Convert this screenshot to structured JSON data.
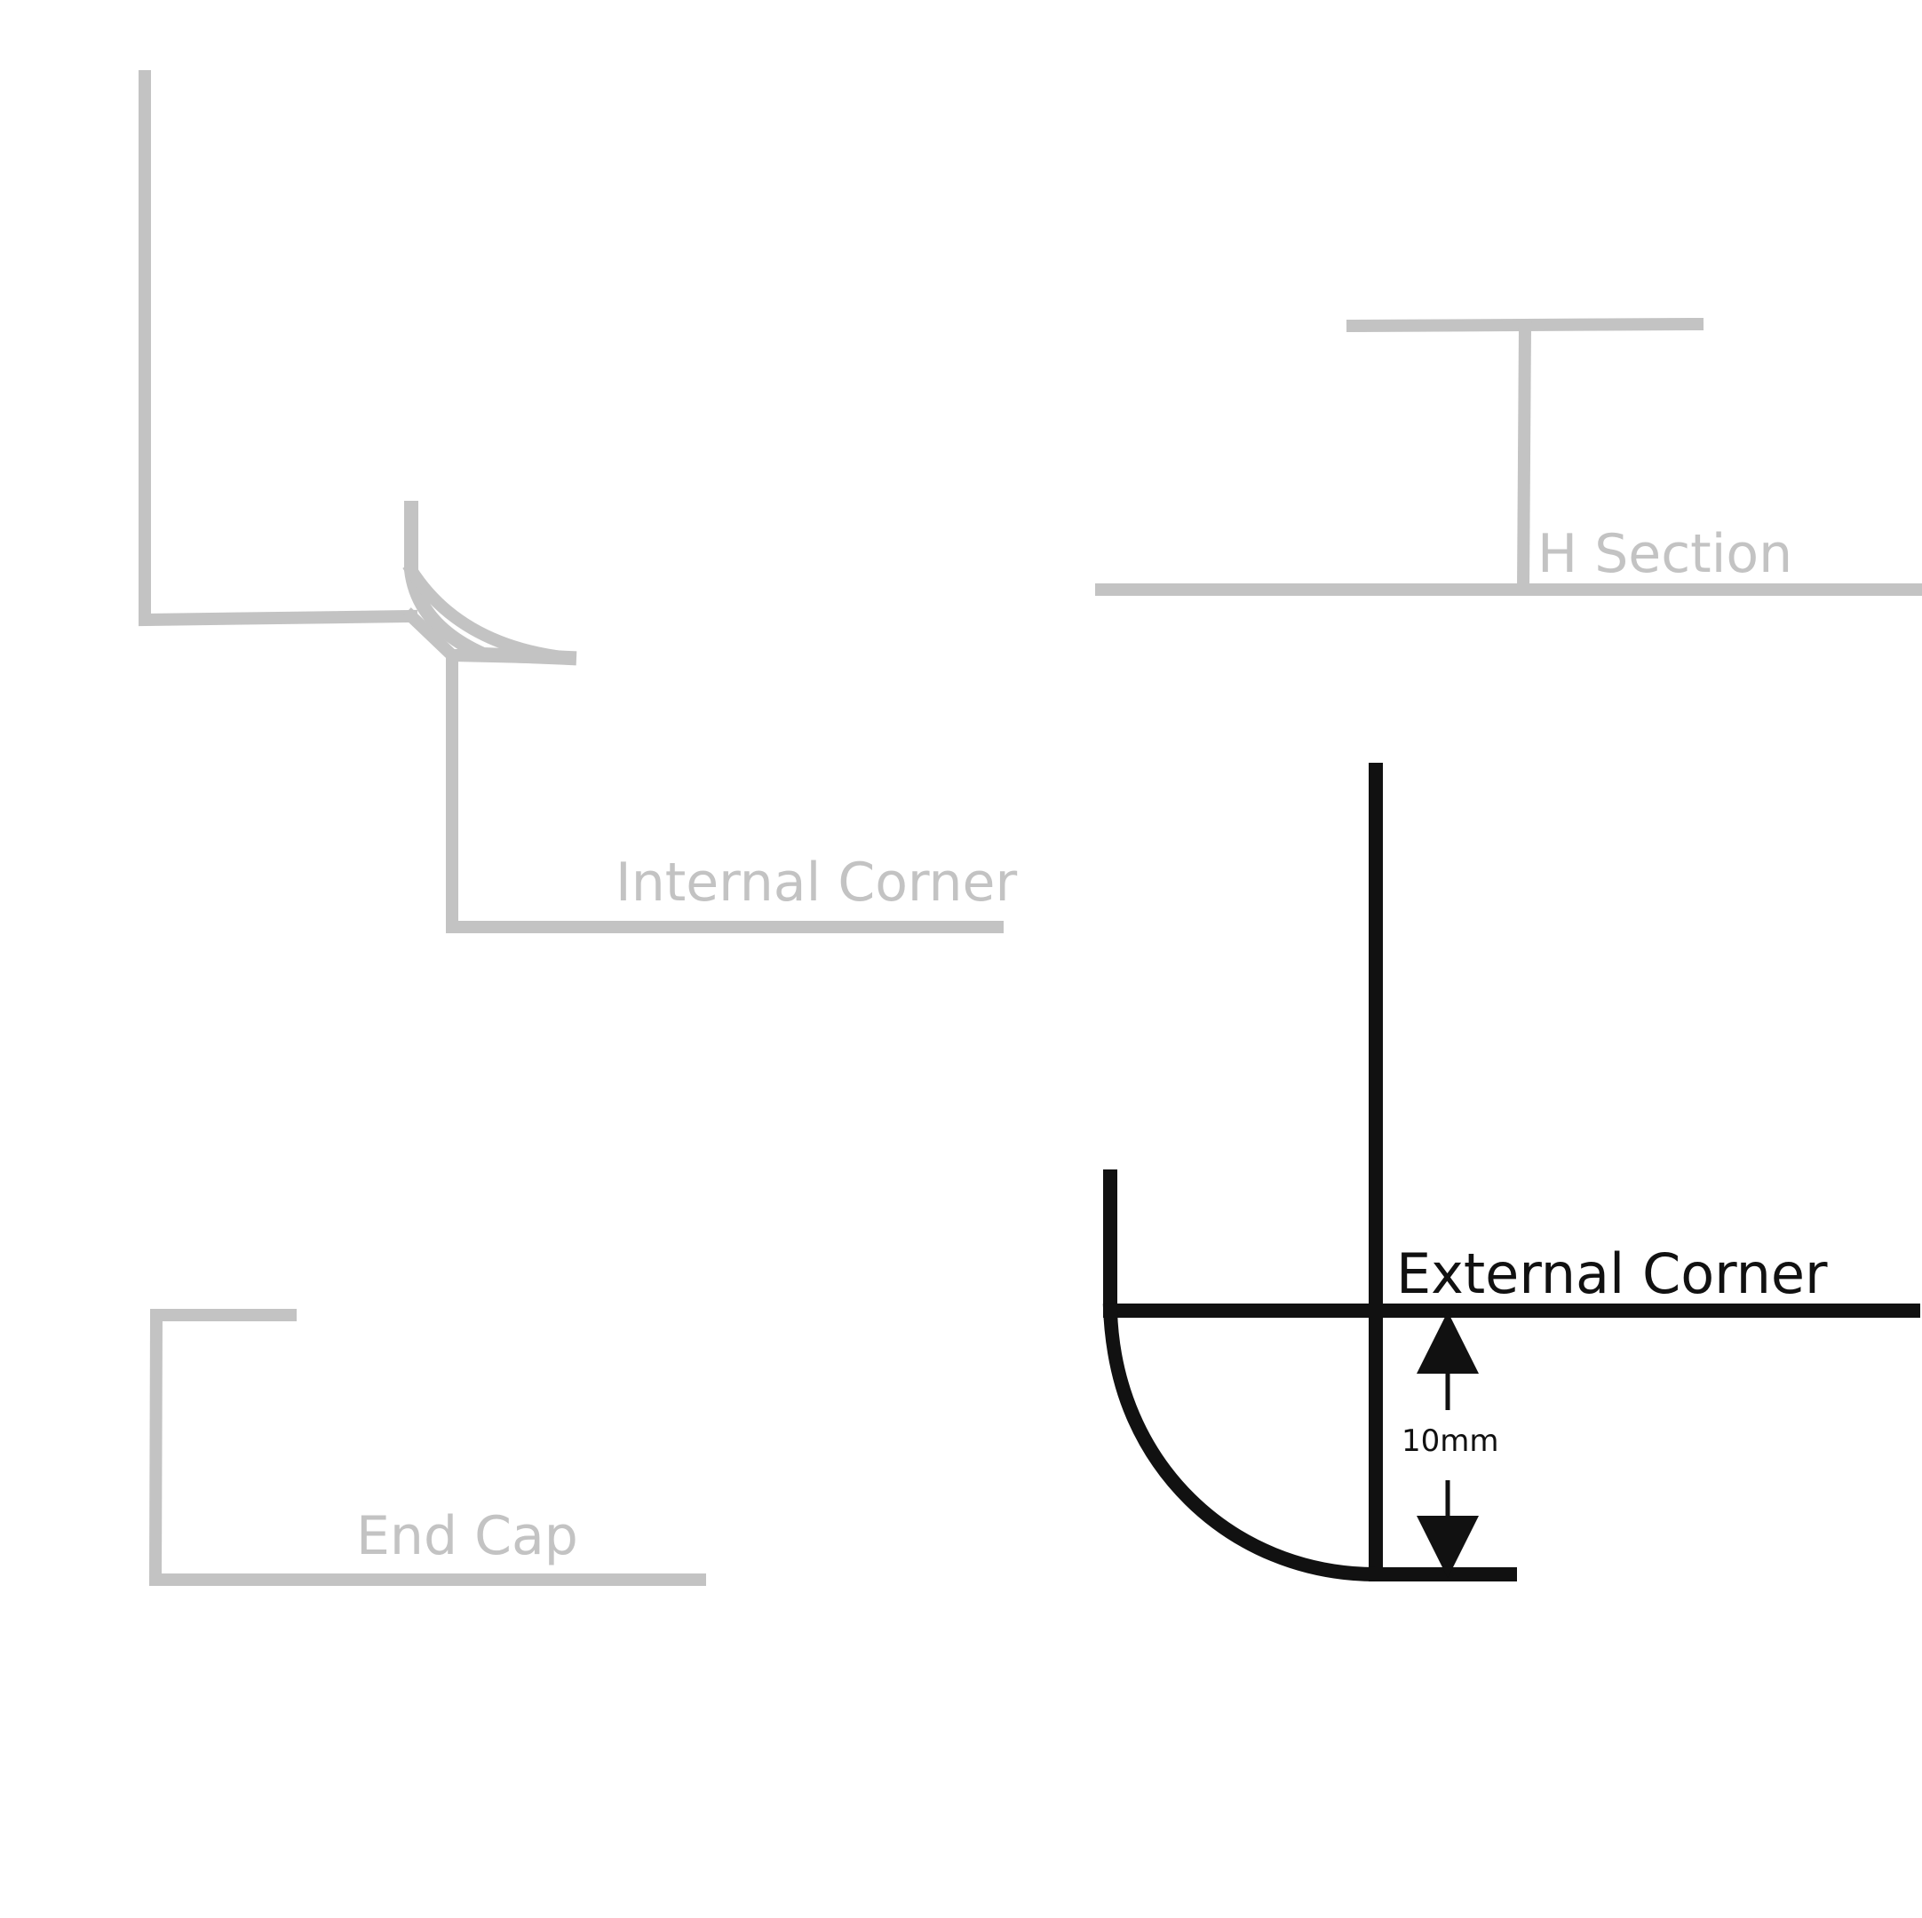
{
  "diagram": {
    "profiles": [
      {
        "name": "Internal Corner",
        "state": "inactive"
      },
      {
        "name": "H Section",
        "state": "inactive"
      },
      {
        "name": "End Cap",
        "state": "inactive"
      },
      {
        "name": "External Corner",
        "state": "active"
      }
    ],
    "external_corner": {
      "dimension": "10mm"
    },
    "colors": {
      "inactive": "#c3c3c3",
      "active": "#111111",
      "background": "#ffffff"
    }
  }
}
